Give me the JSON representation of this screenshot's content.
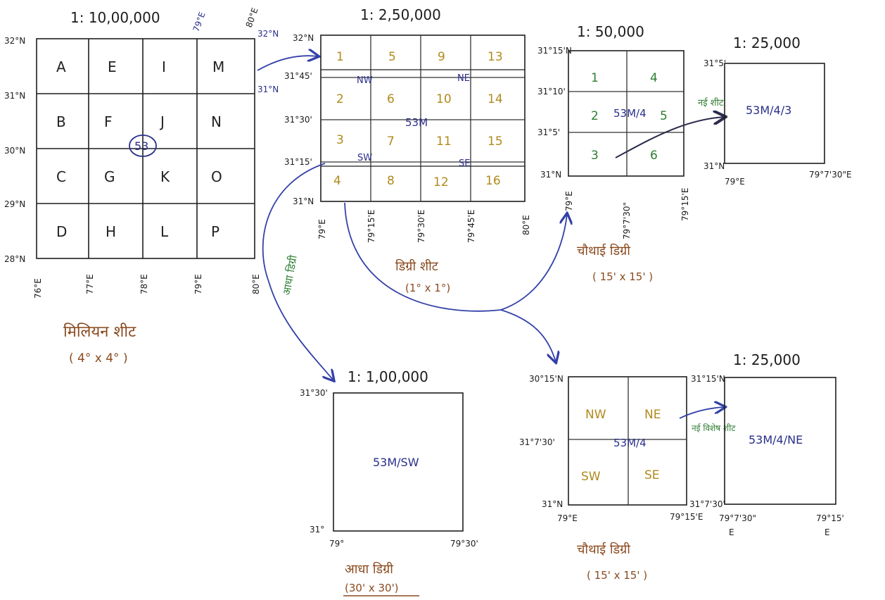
{
  "scales": {
    "s1": "1: 10,00,000",
    "s2": "1: 2,50,000",
    "s3": "1: 50,000",
    "s4": "1: 25,000",
    "s5": "1: 1,00,000",
    "s6": "1: 25,000"
  },
  "million": {
    "cells": [
      "A",
      "E",
      "I",
      "M",
      "B",
      "F",
      "J",
      "N",
      "C",
      "G",
      "K",
      "O",
      "D",
      "H",
      "L",
      "P"
    ],
    "lat": [
      "32°N",
      "31°N",
      "30°N",
      "29°N",
      "28°N"
    ],
    "lon": [
      "76°E",
      "77°E",
      "78°E",
      "79°E",
      "80°E"
    ],
    "top_79": "79°E",
    "top_80": "80°E",
    "right_32": "32°N",
    "right_31": "31°N",
    "circle": "53",
    "caption": "मिलियन शीट",
    "caption2": "( 4° x 4° )"
  },
  "degree": {
    "cells": [
      "1",
      "5",
      "9",
      "13",
      "2",
      "6",
      "10",
      "14",
      "3",
      "7",
      "11",
      "15",
      "4",
      "8",
      "12",
      "16"
    ],
    "lat": [
      "32°N",
      "31°45'",
      "31°30'",
      "31°15'",
      "31°N"
    ],
    "lon": [
      "79°E",
      "79°15'E",
      "79°30'E",
      "79°45'E",
      "80°E"
    ],
    "quad": [
      "NW",
      "NE",
      "SW",
      "SE"
    ],
    "center": "53M",
    "caption": "डिग्री शीट",
    "caption2": "(1° x 1°)"
  },
  "half_label": "आधा डिग्री",
  "quarter1": {
    "cells": [
      "1",
      "4",
      "2",
      "5",
      "3",
      "6"
    ],
    "lat": [
      "31°15'N",
      "31°10'",
      "31°5'",
      "31°N"
    ],
    "lon": [
      "79°E",
      "79°7'30\"",
      "79°15'E"
    ],
    "center": "53M/4",
    "new_sheet": "नई शीट",
    "caption": "चौथाई डिग्री",
    "caption2": "( 15' x 15' )"
  },
  "sheet25a": {
    "label": "53M/4/3",
    "lat_top": "31°5'",
    "lat_bot": "31°N",
    "lon_left": "79°E",
    "lon_right": "79°7'30\"E"
  },
  "half": {
    "label": "53M/SW",
    "lat_top": "31°30'",
    "lat_bot": "31°",
    "lon_left": "79°",
    "lon_right": "79°30'",
    "caption": "आधा डिग्री",
    "caption2": "(30' x 30')"
  },
  "quarter2": {
    "cells": [
      "NW",
      "NE",
      "SW",
      "SE"
    ],
    "center": "53M/4",
    "lat_top": "30°15'N",
    "lat_mid": "31°7'30'",
    "lat_bot": "31°N",
    "lon_left": "79°E",
    "lon_right": "79°15'E",
    "new_sheet": "नई विशेष शीट",
    "caption": "चौथाई डिग्री",
    "caption2": "( 15' x 15' )"
  },
  "sheet25b": {
    "label": "53M/4/NE",
    "lat_top": "31°15'N",
    "lat_bot": "31°7'30'",
    "lon_left": "79°7'30\"",
    "lon_right": "79°15'",
    "lon_left_e": "E",
    "lon_right_e": "E"
  }
}
